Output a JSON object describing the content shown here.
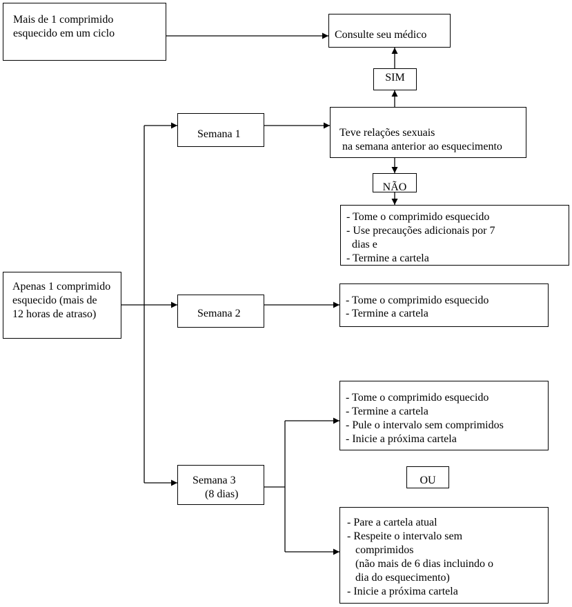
{
  "nodes": {
    "more_than_one": {
      "lines": [
        "Mais de 1 comprimido",
        "esquecido em um ciclo"
      ]
    },
    "consult": {
      "text": "Consulte seu médico"
    },
    "sim": {
      "text": "SIM"
    },
    "had_sex": {
      "lines": [
        "Teve relações sexuais",
        "na semana anterior ao esquecimento"
      ]
    },
    "nao": {
      "text": "NÃO"
    },
    "week1": {
      "text": "Semana 1"
    },
    "week1_actions": {
      "lines": [
        "- Tome o comprimido esquecido",
        "- Use precauções adicionais por 7",
        "  dias e",
        "- Termine a cartela"
      ]
    },
    "only_one": {
      "lines": [
        "Apenas 1 comprimido",
        "esquecido (mais de",
        "12 horas de atraso)"
      ]
    },
    "week2": {
      "text": "Semana 2"
    },
    "week2_actions": {
      "lines": [
        "- Tome o comprimido esquecido",
        "- Termine a cartela"
      ]
    },
    "week3": {
      "lines": [
        "Semana 3",
        "(8 dias)"
      ]
    },
    "week3_option_a": {
      "lines": [
        "- Tome o comprimido esquecido",
        "- Termine a cartela",
        "- Pule o intervalo sem comprimidos",
        "- Inicie a próxima cartela"
      ]
    },
    "ou": {
      "text": "OU"
    },
    "week3_option_b": {
      "lines": [
        "- Pare a cartela atual",
        "- Respeite o intervalo sem",
        "   comprimidos",
        "   (não mais de 6 dias incluindo o",
        "   dia do esquecimento)",
        "- Inicie a próxima cartela"
      ]
    }
  },
  "colors": {
    "line": "#000000",
    "background": "#ffffff"
  }
}
